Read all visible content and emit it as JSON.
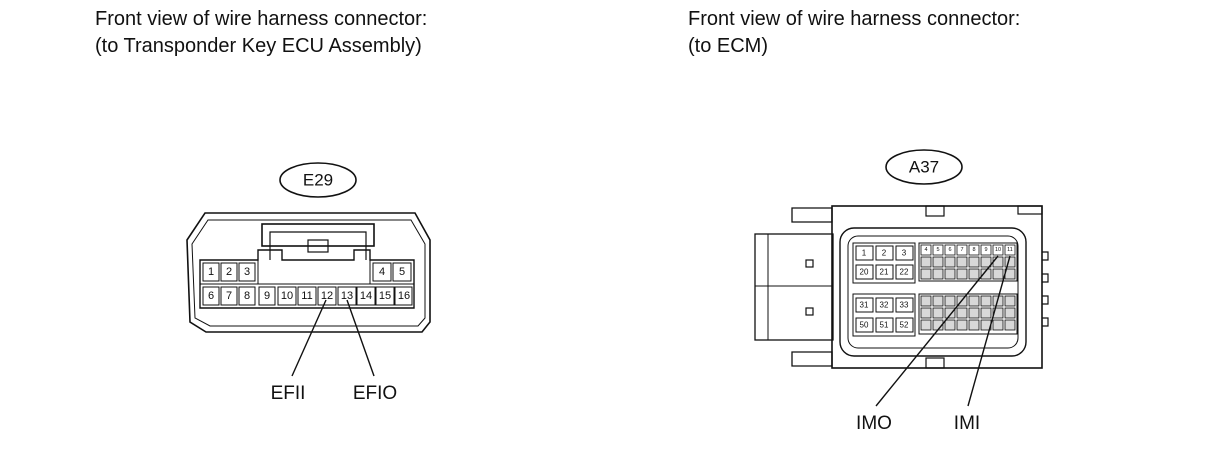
{
  "left": {
    "caption_line1": "Front view of wire harness connector:",
    "caption_line2": "(to Transponder Key ECU Assembly)",
    "connector_id": "E29",
    "pins_row1": [
      "1",
      "2",
      "3",
      "4",
      "5"
    ],
    "pins_row2": [
      "6",
      "7",
      "8",
      "9",
      "10",
      "11",
      "12",
      "13",
      "14",
      "15",
      "16"
    ],
    "signal_a": "EFII",
    "signal_b": "EFIO"
  },
  "right": {
    "caption_line1": "Front view of wire harness connector:",
    "caption_line2": "(to ECM)",
    "connector_id": "A37",
    "upper_left_row1": [
      "1",
      "2",
      "3"
    ],
    "upper_left_row2": [
      "20",
      "21",
      "22"
    ],
    "upper_right_row1": [
      "4",
      "5",
      "6",
      "7",
      "8",
      "9",
      "10",
      "11"
    ],
    "lower_left_row1": [
      "31",
      "32",
      "33"
    ],
    "lower_left_row2": [
      "50",
      "51",
      "52"
    ],
    "signal_a": "IMO",
    "signal_b": "IMI"
  },
  "colors": {
    "line": "#111111",
    "grid_fill": "#d8d8d8",
    "background": "#ffffff"
  }
}
